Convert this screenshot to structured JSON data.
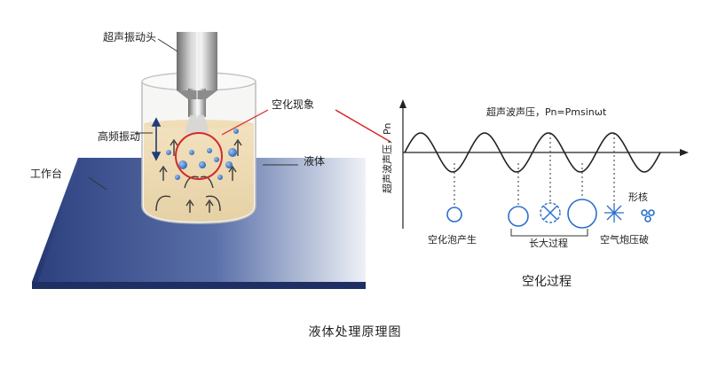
{
  "caption": "液体处理原理图",
  "left": {
    "ultrasonic_head_label": "超声振动头",
    "high_freq_vibration_label": "高频振动",
    "workbench_label": "工作台",
    "liquid_label": "液体",
    "cavitation_label": "空化现象"
  },
  "right": {
    "title": "空化过程",
    "wave_label": "超声波声压，Pn=Pmsinωt",
    "y_axis_label": "超声波声压，Pn",
    "stage_labels": {
      "bubble_generation": "空化泡产生",
      "growth_process": "长大过程",
      "bubble_collapse": "空气炮压破",
      "nucleation": "形核"
    }
  },
  "colors": {
    "workbench_dark": "#2b3f7e",
    "workbench_light": "#e9edf4",
    "liquid": "#ecd9b4",
    "bubble_blue": "#2a6fc9",
    "callout_red": "#d42a2a",
    "probe": "#9a9a9a"
  }
}
